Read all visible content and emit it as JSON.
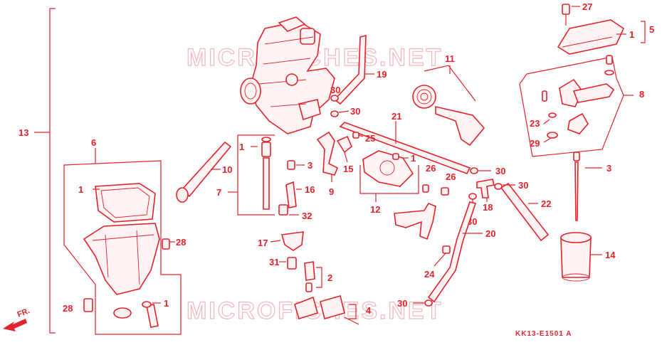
{
  "diagram": {
    "code": "KK13-E1501 A",
    "watermark_text": "MICROFICHES.NET",
    "direction_label": "FR.",
    "colors": {
      "ink": "#e2232c",
      "watermark": "#f4b6b9",
      "background": "#ffffff"
    },
    "callouts": {
      "c27": "27",
      "c5": "5",
      "c1_top": "1",
      "c11": "11",
      "c19": "19",
      "c30_a": "30",
      "c30_b": "30",
      "c21": "21",
      "c8": "8",
      "c23": "23",
      "c29": "29",
      "c13": "13",
      "c6": "6",
      "c1_carb": "1",
      "c3_jet": "3",
      "c10": "10",
      "c16": "16",
      "c7": "7",
      "c32": "32",
      "c25": "25",
      "c1_mid": "1",
      "c15": "15",
      "c9": "9",
      "c12": "12",
      "c26_a": "26",
      "c26_b": "26",
      "c30_c": "30",
      "c30_d": "30",
      "c18": "18",
      "c30_e": "30",
      "c22": "22",
      "c3_needle": "3",
      "c1_gasket": "1",
      "c28_a": "28",
      "c17": "17",
      "c31": "31",
      "c2": "2",
      "c20": "20",
      "c24": "24",
      "c14": "14",
      "c28_b": "28",
      "c1_bottom": "1",
      "c4": "4",
      "c30_f": "30"
    }
  }
}
